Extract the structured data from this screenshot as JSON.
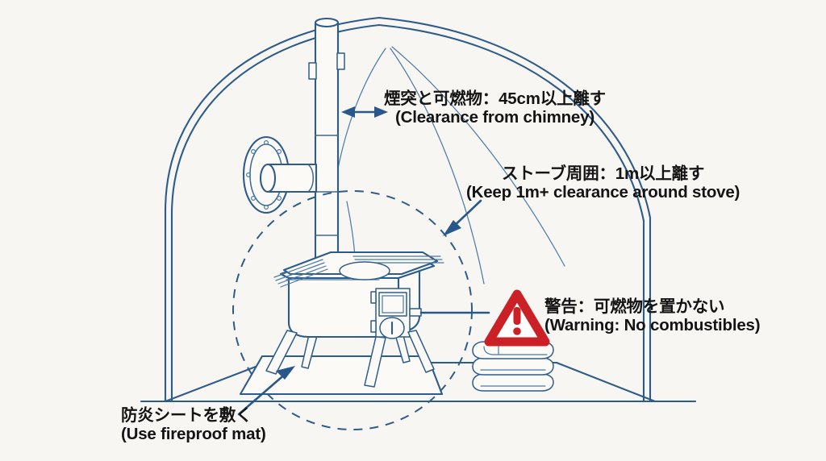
{
  "diagram": {
    "title": "Tent Stove Safety Clearance Diagram",
    "background_color": "#f7f6f2",
    "line_color": "#2e5c8a",
    "warning_color": "#cc2027"
  },
  "labels": {
    "chimney_clearance": {
      "jp": "煙突と可燃物：45cm以上離す",
      "en": "(Clearance from chimney)",
      "value": "45cm",
      "icon": "double-arrow-icon"
    },
    "stove_clearance": {
      "jp": "ストーブ周囲：1m以上離す",
      "en": "(Keep 1m+ clearance around stove)",
      "value": "1m",
      "icon": "arrow-icon"
    },
    "no_combustibles": {
      "jp": "警告：可燃物を置かない",
      "en": "(Warning: No combustibles)",
      "icon": "warning-triangle-icon"
    },
    "fireproof_mat": {
      "jp": "防炎シートを敷く",
      "en": "(Use fireproof mat)",
      "icon": "arrow-icon"
    }
  },
  "objects": {
    "tent": "dome-tent",
    "stove": "wood-stove",
    "chimney": "chimney-pipe",
    "flashing": "wall-flange",
    "mat": "fireproof-mat",
    "combustibles": "stacked-blankets",
    "clearance_circle": "dashed-clearance-circle"
  }
}
